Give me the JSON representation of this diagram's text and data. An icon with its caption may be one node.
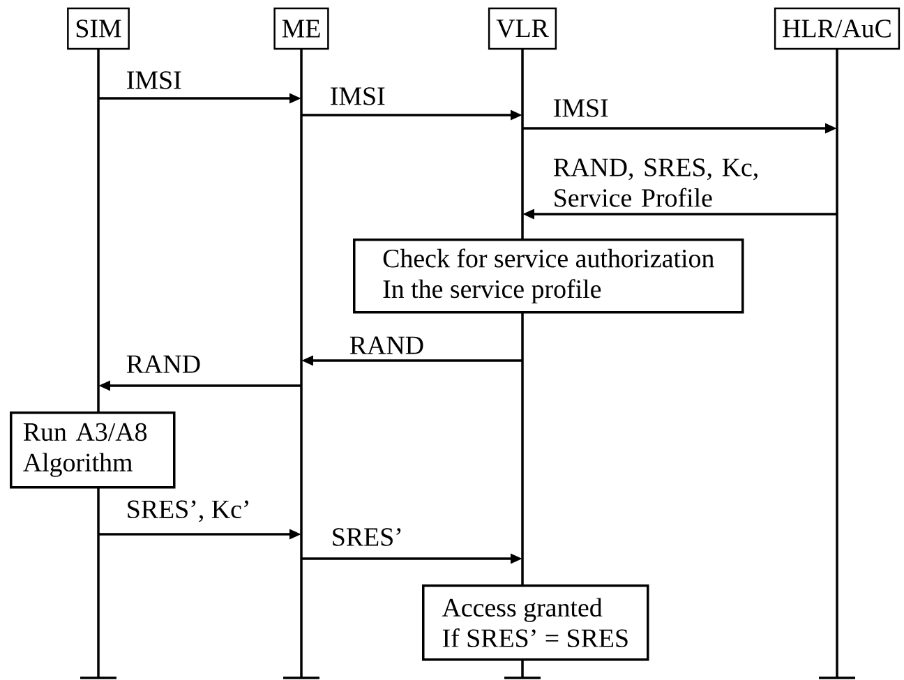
{
  "diagram": {
    "nodes": [
      {
        "text": [
          "SIM"
        ]
      },
      {
        "text": [
          "ME"
        ]
      },
      {
        "text": [
          "VLR"
        ]
      },
      {
        "text": [
          "HLR/AuC"
        ]
      },
      {
        "text": [
          "Check for service authorization",
          "In the service profile"
        ]
      },
      {
        "text": [
          "Run A3/A8 Algorithm"
        ]
      },
      {
        "text": [
          "Access granted",
          "If SRES’ = SRES"
        ]
      }
    ],
    "edges": [
      {
        "from": 0,
        "to": 1,
        "arrow": "to",
        "label": "IMSI"
      },
      {
        "from": 1,
        "to": 2,
        "arrow": "to",
        "label": "IMSI"
      },
      {
        "from": 2,
        "to": 3,
        "arrow": "to",
        "label": "IMSI"
      },
      {
        "from": 3,
        "to": 2,
        "arrow": "to",
        "label": "RAND, SRES, Kc, Service Profile"
      },
      {
        "from": 2,
        "to": 1,
        "arrow": "to",
        "label": "RAND"
      },
      {
        "from": 1,
        "to": 0,
        "arrow": "to",
        "label": "RAND"
      },
      {
        "from": 0,
        "to": 1,
        "arrow": "to",
        "label": "SRES’, Kc’"
      },
      {
        "from": 1,
        "to": 2,
        "arrow": "to",
        "label": "SRES’"
      }
    ]
  }
}
